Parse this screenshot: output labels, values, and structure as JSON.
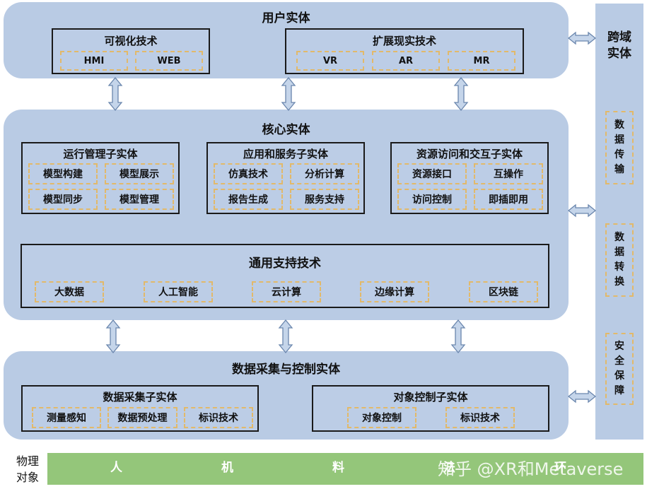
{
  "user_entity": {
    "title": "用户实体",
    "visualization": {
      "title": "可视化技术",
      "items": [
        "HMI",
        "WEB"
      ]
    },
    "xr": {
      "title": "扩展现实技术",
      "items": [
        "VR",
        "AR",
        "MR"
      ]
    }
  },
  "core_entity": {
    "title": "核心实体",
    "ops": {
      "title": "运行管理子实体",
      "items": [
        "模型构建",
        "模型展示",
        "模型同步",
        "模型管理"
      ]
    },
    "app": {
      "title": "应用和服务子实体",
      "items": [
        "仿真技术",
        "分析计算",
        "报告生成",
        "服务支持"
      ]
    },
    "res": {
      "title": "资源访问和交互子实体",
      "items": [
        "资源接口",
        "互操作",
        "访问控制",
        "即插即用"
      ]
    },
    "general": {
      "title": "通用支持技术",
      "items": [
        "大数据",
        "人工智能",
        "云计算",
        "边缘计算",
        "区块链"
      ]
    }
  },
  "data_entity": {
    "title": "数据采集与控制实体",
    "collect": {
      "title": "数据采集子实体",
      "items": [
        "测量感知",
        "数据预处理",
        "标识技术"
      ]
    },
    "control": {
      "title": "对象控制子实体",
      "items": [
        "对象控制",
        "标识技术"
      ]
    }
  },
  "cross_domain": {
    "title_lines": [
      "跨域",
      "实体"
    ],
    "transfer": [
      "数",
      "据",
      "传",
      "输"
    ],
    "convert": [
      "数",
      "据",
      "转",
      "换"
    ],
    "security": [
      "安",
      "全",
      "保",
      "障"
    ]
  },
  "physical": {
    "label_lines": [
      "物理",
      "对象"
    ],
    "items": [
      "人",
      "机",
      "料",
      "法",
      "环"
    ]
  },
  "watermark": "知乎 @XR和Metaverse",
  "colors": {
    "panel": "#b9cbe4",
    "dash": "#e2b96a",
    "physical_bar": "#94c67a",
    "arrow_fill": "#c5d5ea",
    "arrow_stroke": "#6a86ad"
  }
}
